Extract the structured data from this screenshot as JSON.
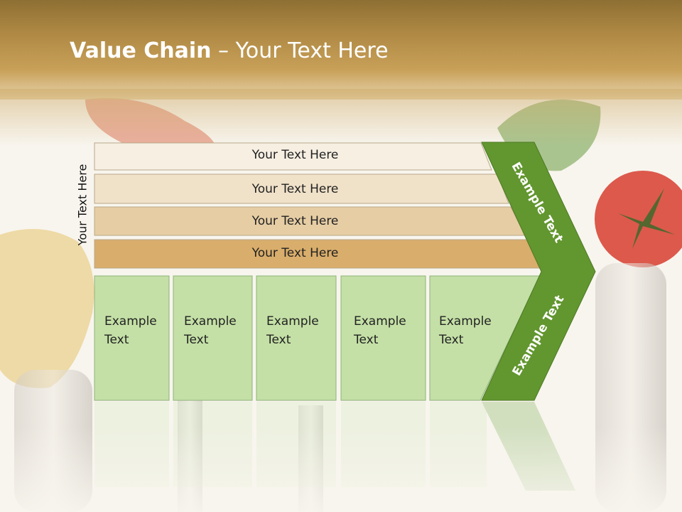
{
  "slide": {
    "title_bold": "Value Chain",
    "title_rest": " – Your Text Here",
    "side_label": "Your Text Here"
  },
  "bands": [
    {
      "label": "Your Text Here"
    },
    {
      "label": "Your Text Here"
    },
    {
      "label": "Your Text Here"
    },
    {
      "label": "Your Text Here"
    }
  ],
  "boxes": [
    {
      "line1": "Example",
      "line2": "Text"
    },
    {
      "line1": "Example",
      "line2": "Text"
    },
    {
      "line1": "Example",
      "line2": "Text"
    },
    {
      "line1": "Example",
      "line2": "Text"
    },
    {
      "line1": "Example",
      "line2": "Text"
    }
  ],
  "chevron": {
    "upper_label": "Example Text",
    "lower_label": "Example Text"
  },
  "colors": {
    "band_1": "#f6efe2",
    "band_2": "#f0e2c9",
    "band_3": "#e6cda4",
    "band_4": "#d9ad6b",
    "box_fill": "#c4e0a6",
    "chevron": "#62962f"
  }
}
